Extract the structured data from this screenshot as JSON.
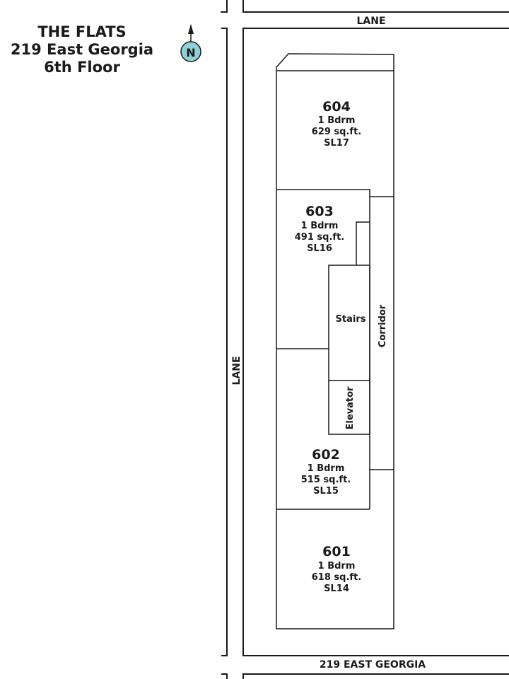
{
  "building": {
    "name": "THE FLATS",
    "address": "219 East Georgia",
    "floor": "6th Floor"
  },
  "compass": {
    "letter": "N",
    "fill_color": "#8fd0d8"
  },
  "streets": {
    "top": "LANE",
    "left": "LANE",
    "bottom": "219 EAST GEORGIA"
  },
  "units": [
    {
      "number": "604",
      "bedrooms": "1 Bdrm",
      "area": "629 sq.ft.",
      "strata_lot": "SL17"
    },
    {
      "number": "603",
      "bedrooms": "1 Bdrm",
      "area": "491 sq.ft.",
      "strata_lot": "SL16"
    },
    {
      "number": "602",
      "bedrooms": "1 Bdrm",
      "area": "515 sq.ft.",
      "strata_lot": "SL15"
    },
    {
      "number": "601",
      "bedrooms": "1 Bdrm",
      "area": "618 sq.ft.",
      "strata_lot": "SL14"
    }
  ],
  "common_areas": {
    "stairs": "Stairs",
    "elevator": "Elevator",
    "corridor": "Corridor"
  }
}
